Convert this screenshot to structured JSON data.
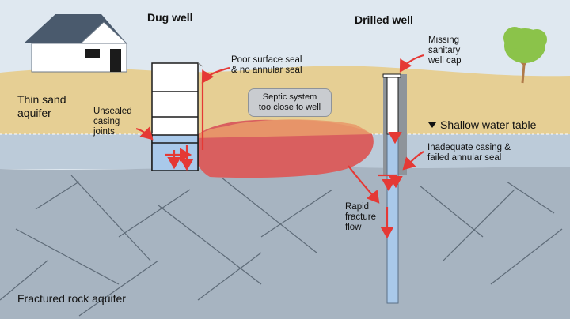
{
  "wells": {
    "dug": "Dug well",
    "drilled": "Drilled well"
  },
  "layers": {
    "sand_line1": "Thin sand",
    "sand_line2": "aquifer",
    "rock": "Fractured rock aquifer",
    "water_table": "Shallow water table"
  },
  "labels": {
    "poor_seal_1": "Poor surface seal",
    "poor_seal_2": "& no annular seal",
    "unsealed_1": "Unsealed",
    "unsealed_2": "casing",
    "unsealed_3": "joints",
    "septic_1": "Septic system",
    "septic_2": "too close to well",
    "missing_1": "Missing",
    "missing_2": "sanitary",
    "missing_3": "well cap",
    "inadequate_1": "Inadequate casing &",
    "inadequate_2": "failed annular seal",
    "rapid_1": "Rapid",
    "rapid_2": "fracture",
    "rapid_3": "flow"
  },
  "colors": {
    "sky": "#dfe8f0",
    "sand": "#e6cf94",
    "water_band": "#bccbd9",
    "rock": "#a7b4c1",
    "plume": "#d95f5f",
    "plume_edge": "#e89a6a",
    "arrow": "#e53935",
    "well_water": "#a9c9ea"
  }
}
